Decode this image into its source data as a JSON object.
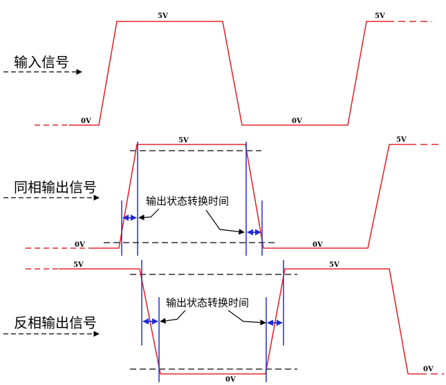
{
  "signals": {
    "input": {
      "label": "输入信号",
      "high_label": "5V",
      "low_label_1": "0V",
      "low_label_2": "0V",
      "high_label_2": "5V"
    },
    "in_phase": {
      "label": "同相输出信号",
      "high_label": "5V",
      "low_label_1": "0V",
      "low_label_2": "0V",
      "high_label_2": "5V",
      "annotation": "输出状态转换时间"
    },
    "inverted": {
      "label": "反相输出信号",
      "high_label_1": "5V",
      "high_label_2": "5V",
      "low_label_1": "0V",
      "low_label_2": "0V",
      "annotation": "输出状态转换时间"
    }
  },
  "colors": {
    "waveform": "#e3262c",
    "marker": "#1f2bd6",
    "reference": "#000000"
  }
}
